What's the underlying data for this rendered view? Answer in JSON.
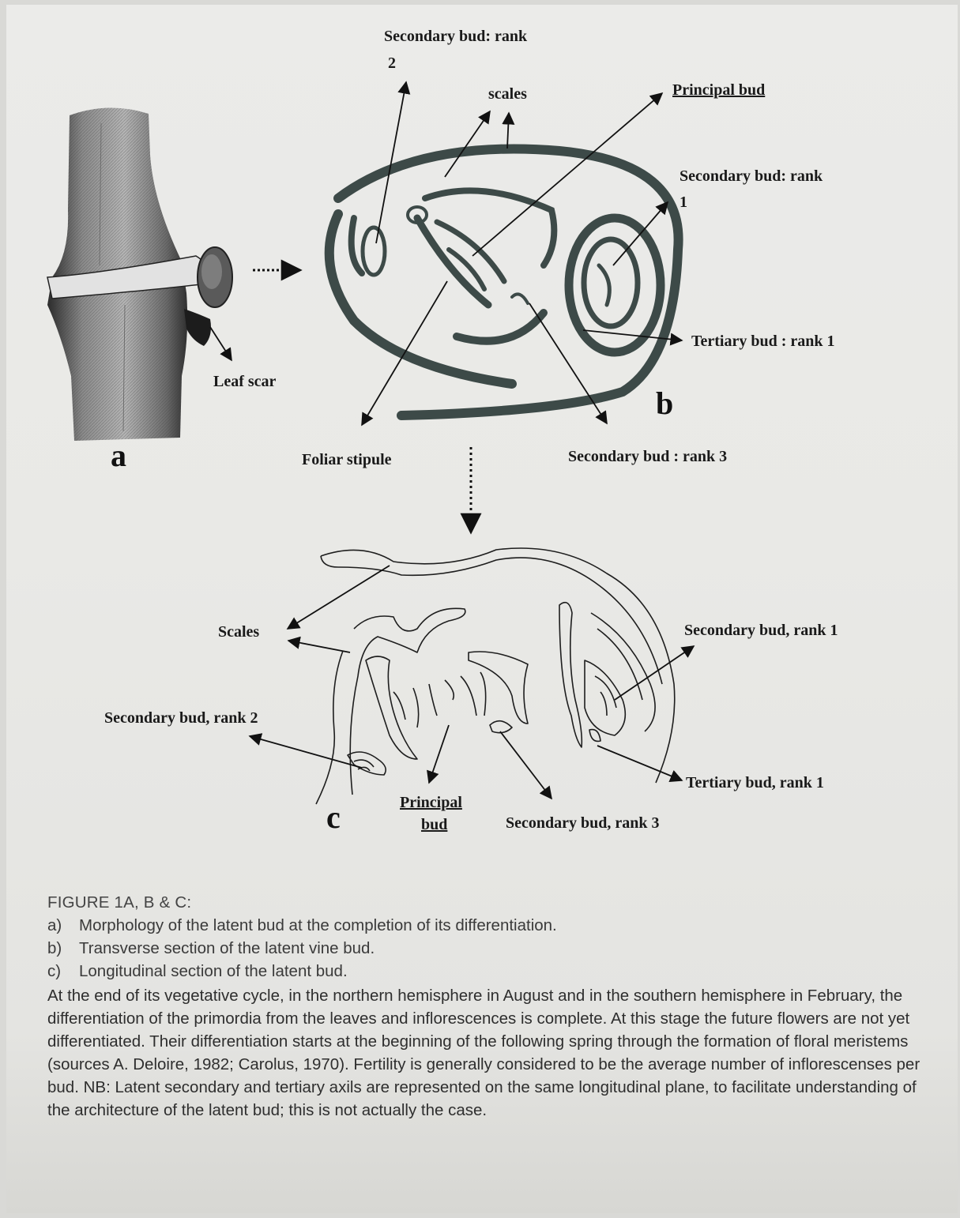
{
  "panel_letters": {
    "a": "a",
    "b": "b",
    "c": "c"
  },
  "panel_a": {
    "leaf_scar": "Leaf scar"
  },
  "panel_b": {
    "secondary_rank2_line1": "Secondary bud: rank",
    "secondary_rank2_line2": "2",
    "scales": "scales",
    "principal_bud": "Principal bud",
    "secondary_rank1_line1": "Secondary bud: rank",
    "secondary_rank1_line2": "1",
    "tertiary_rank1": "Tertiary bud : rank 1",
    "foliar_stipule": "Foliar stipule",
    "secondary_rank3": "Secondary bud : rank   3"
  },
  "panel_c": {
    "scales": "Scales",
    "secondary_rank1": "Secondary bud, rank  1",
    "secondary_rank2": "Secondary bud, rank  2",
    "tertiary_rank1": "Tertiary bud, rank  1",
    "principal_line1": "Principal",
    "principal_line2": "bud",
    "secondary_rank3": "Secondary bud, rank   3"
  },
  "caption": {
    "heading": "FIGURE 1A, B & C:",
    "items": [
      {
        "marker": "a)",
        "text": "Morphology of the latent bud at the completion of its differentiation."
      },
      {
        "marker": "b)",
        "text": "Transverse section of the latent vine bud."
      },
      {
        "marker": "c)",
        "text": "Longitudinal section of the latent bud."
      }
    ],
    "paragraph": "At the end of its vegetative cycle, in the northern hemisphere in August and in the southern hemisphere in February, the differentiation of the primordia from the leaves and inflorescences is complete. At this stage the future flowers are not yet differentiated. Their differentiation starts at the beginning of the following spring through the formation of floral meristems (sources A. Deloire, 1982; Carolus, 1970). Fertility is generally considered to be the average number of inflorescenses per bud. NB: Latent secondary and tertiary axils are represented on the same longitudinal plane, to facilitate understanding of the architecture of the latent bud; this is not actually the case."
  }
}
